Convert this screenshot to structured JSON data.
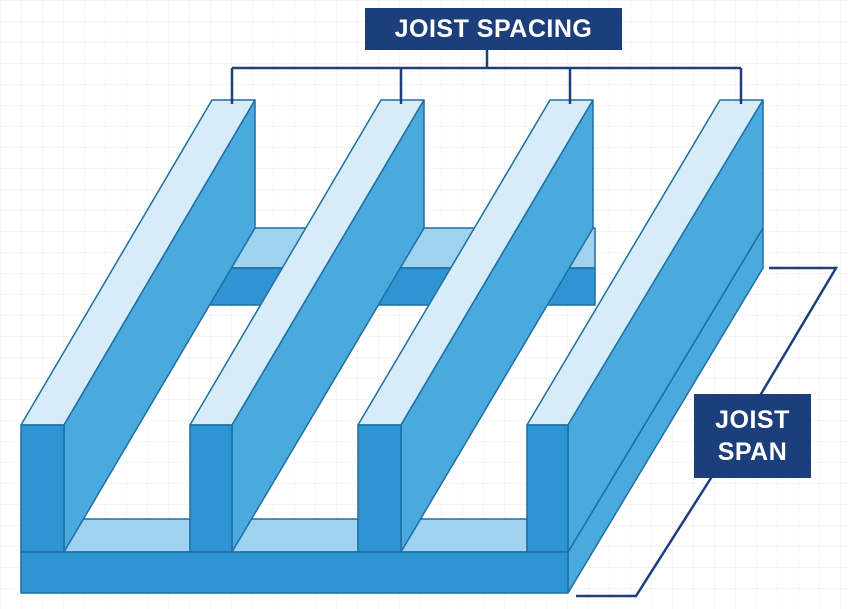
{
  "labels": {
    "spacing": "JOIST SPACING",
    "span_line1": "JOIST",
    "span_line2": "SPAN"
  },
  "colors": {
    "top_face": "#d6ecf8",
    "side_face": "#4aa9de",
    "front_face": "#2f95d2",
    "inner_light": "#9fd2ee",
    "edge": "#1d6fa3",
    "label_bg": "#1c3f7c",
    "dimension_line": "#1c3f7c",
    "grid": "#e8edf2"
  }
}
